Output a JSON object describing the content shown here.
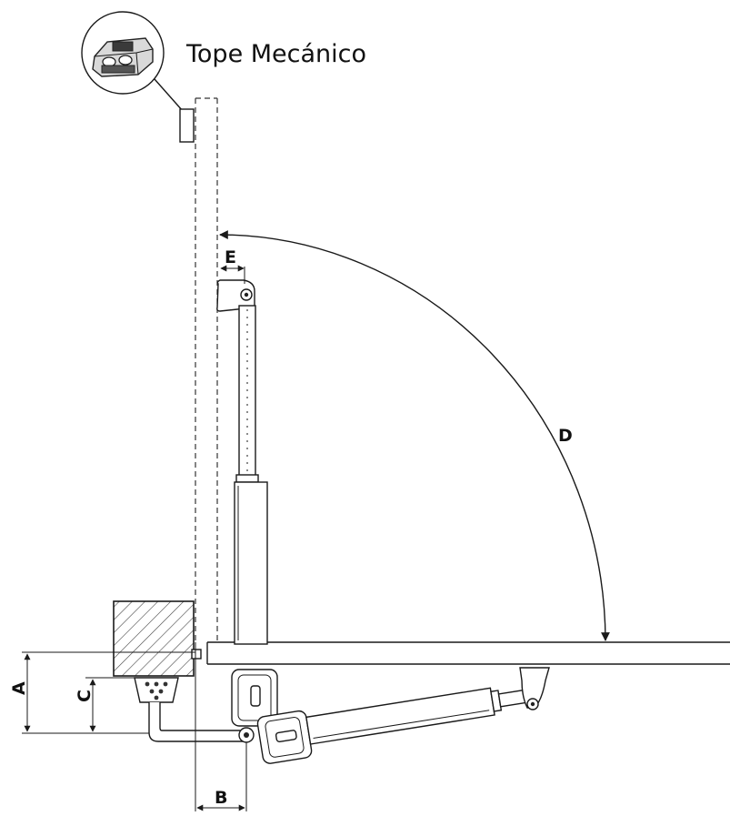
{
  "callout": {
    "label": "Tope Mecánico",
    "icon": "mechanical-stop-bracket-icon"
  },
  "dimensions": {
    "a": "A",
    "b": "B",
    "c": "C",
    "d": "D",
    "e": "E"
  },
  "colors": {
    "line": "#1a1a1a",
    "hatch": "#444444",
    "background": "#ffffff"
  }
}
